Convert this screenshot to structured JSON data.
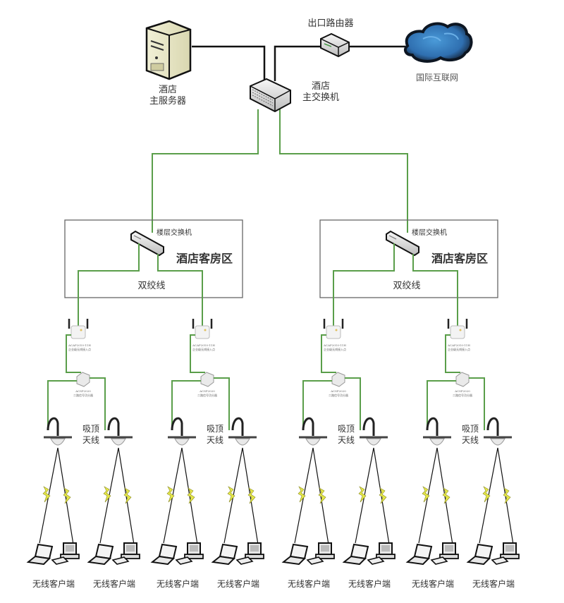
{
  "title": "酒店无线网络拓扑",
  "core": {
    "server_label": [
      "酒店",
      "主服务器"
    ],
    "router_label": "出口路由器",
    "internet_label": "国际互联网",
    "main_switch_label": [
      "酒店",
      "主交换机"
    ]
  },
  "zones": [
    {
      "floor_switch_label": "楼层交换机",
      "zone_label": "酒店客房区",
      "cable_label": "双绞线",
      "branches": [
        {
          "ap_label": [
            "ACAP2010-11H",
            "企业级无线接入点"
          ],
          "splitter_label": [
            "ACSP2020",
            "二路信号功分器"
          ],
          "antenna_label": [
            "吸顶",
            "天线"
          ],
          "clients_label": "无线客户端",
          "clients2_label": "无线客户端"
        },
        {
          "ap_label": [
            "ACAP2010-11H",
            "企业级无线接入点"
          ],
          "splitter_label": [
            "ACSP2020",
            "二路信号功分器"
          ],
          "antenna_label": [
            "吸顶",
            "天线"
          ],
          "clients_label": "无线客户端",
          "clients2_label": "无线客户端"
        }
      ]
    },
    {
      "floor_switch_label": "楼层交换机",
      "zone_label": "酒店客房区",
      "cable_label": "双绞线",
      "branches": [
        {
          "ap_label": [
            "ACAP2010-11H",
            "企业级无线接入点"
          ],
          "splitter_label": [
            "ACSP2020",
            "二路信号功分器"
          ],
          "antenna_label": [
            "吸顶",
            "天线"
          ],
          "clients_label": "无线客户端",
          "clients2_label": "无线客户端"
        },
        {
          "ap_label": [
            "ACAP2010-11H",
            "企业级无线接入点"
          ],
          "splitter_label": [
            "ACSP2020",
            "二路信号功分器"
          ],
          "antenna_label": [
            "吸顶",
            "天线"
          ],
          "clients_label": "无线客户端",
          "clients2_label": "无线客户端"
        }
      ]
    }
  ],
  "colors": {
    "lan_cable": "#5a9e4a",
    "wan_cable": "#111111",
    "wireless_signal": "#e6e84a",
    "cloud": "#2f6fb0"
  }
}
